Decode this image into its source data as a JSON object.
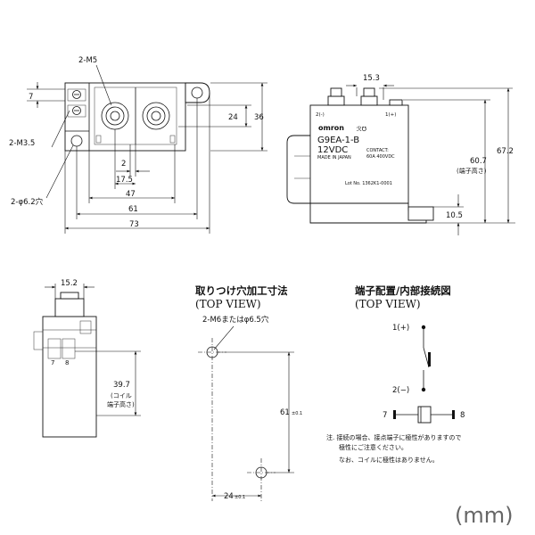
{
  "top_view": {
    "label_m5": "2-M5",
    "label_m35": "2-M3.5",
    "label_hole": "2-φ6.2穴",
    "dim_7": "7",
    "dim_24": "24",
    "dim_36": "36",
    "dim_2": "2",
    "dim_17_5": "17.5",
    "dim_47": "47",
    "dim_61": "61",
    "dim_73": "73"
  },
  "front_view": {
    "dim_15_3": "15.3",
    "dim_60_7": "60.7",
    "dim_60_7_note": "(端子高さ)",
    "dim_67_2": "67.2",
    "dim_10_5": "10.5",
    "terminal_minus": "2(-)",
    "terminal_plus": "1(+)",
    "brand": "omron",
    "model": "G9EA-1-B",
    "voltage": "12VDC",
    "contact_line1": "CONTACT:",
    "contact_line2": "60A  400VDC",
    "made_in": "MADE IN JAPAN",
    "lot": "Lot No. 1362K1-0001"
  },
  "side_view": {
    "dim_15_2": "15.2",
    "dim_39_7": "39.7",
    "dim_39_7_note1": "(コイル",
    "dim_39_7_note2": "端子高さ)",
    "pin_7": "7",
    "pin_8": "8"
  },
  "mounting": {
    "title": "取りつけ穴加工寸法",
    "subtitle": "(TOP VIEW)",
    "label_hole": "2-M6またはφ6.5穴",
    "dim_61": "61",
    "dim_61_tol": "±0.1",
    "dim_24": "24",
    "dim_24_tol": "±0.1"
  },
  "wiring": {
    "title": "端子配置/内部接続図",
    "subtitle": "(TOP VIEW)",
    "t1": "1(+)",
    "t2": "2(−)",
    "t7": "7",
    "t8": "8"
  },
  "note": {
    "line1": "注. 接続の場合、接点端子に極性がありますので",
    "line2": "極性にご注意ください。",
    "line3": "なお、コイルに極性はありません。"
  },
  "unit": "(mm)"
}
